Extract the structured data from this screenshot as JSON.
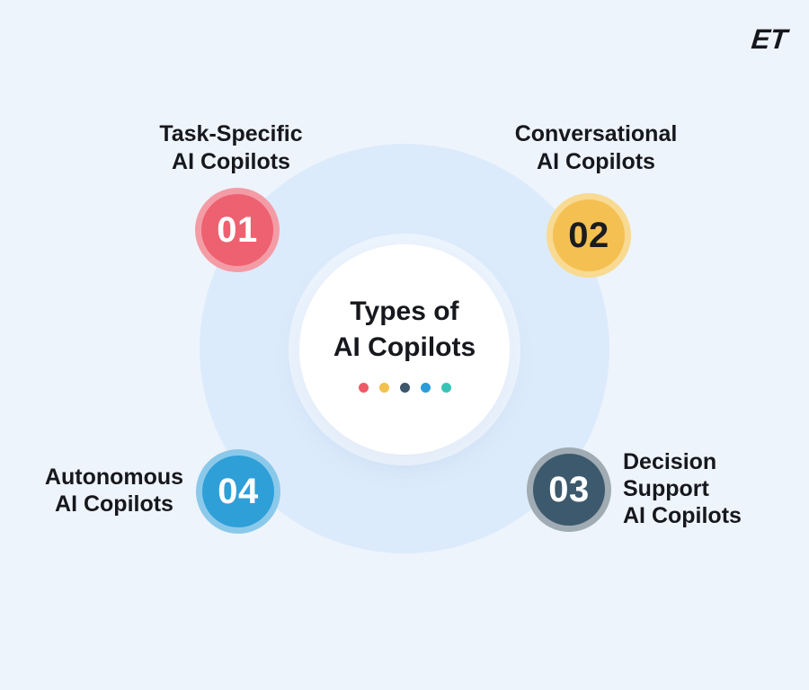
{
  "page": {
    "background": "#eef4fb",
    "big_circle_color": "#dcebfb",
    "center_circle_color": "#ffffff",
    "text_color": "#16181d"
  },
  "logo": {
    "text": "ET"
  },
  "center_circle": {
    "title": "Types of\nAI Copilots",
    "dot_colors": [
      "#ee5a68",
      "#f2c14e",
      "#3d566a",
      "#2b9cd8",
      "#38c4b4"
    ]
  },
  "items": [
    {
      "number": "01",
      "label": "Task-Specific\nAI Copilots",
      "fill": "#ed6170",
      "ring": "#f49ca6",
      "number_color": "#ffffff"
    },
    {
      "number": "02",
      "label": "Conversational\nAI Copilots",
      "fill": "#f5c052",
      "ring": "#f8da92",
      "number_color": "#1b1c20"
    },
    {
      "number": "03",
      "label": "Decision\nSupport\nAI Copilots",
      "fill": "#3d596d",
      "ring": "#a0abb3",
      "number_color": "#ffffff"
    },
    {
      "number": "04",
      "label": "Autonomous\nAI Copilots",
      "fill": "#2f9fd8",
      "ring": "#8bc9eb",
      "number_color": "#ffffff"
    }
  ]
}
